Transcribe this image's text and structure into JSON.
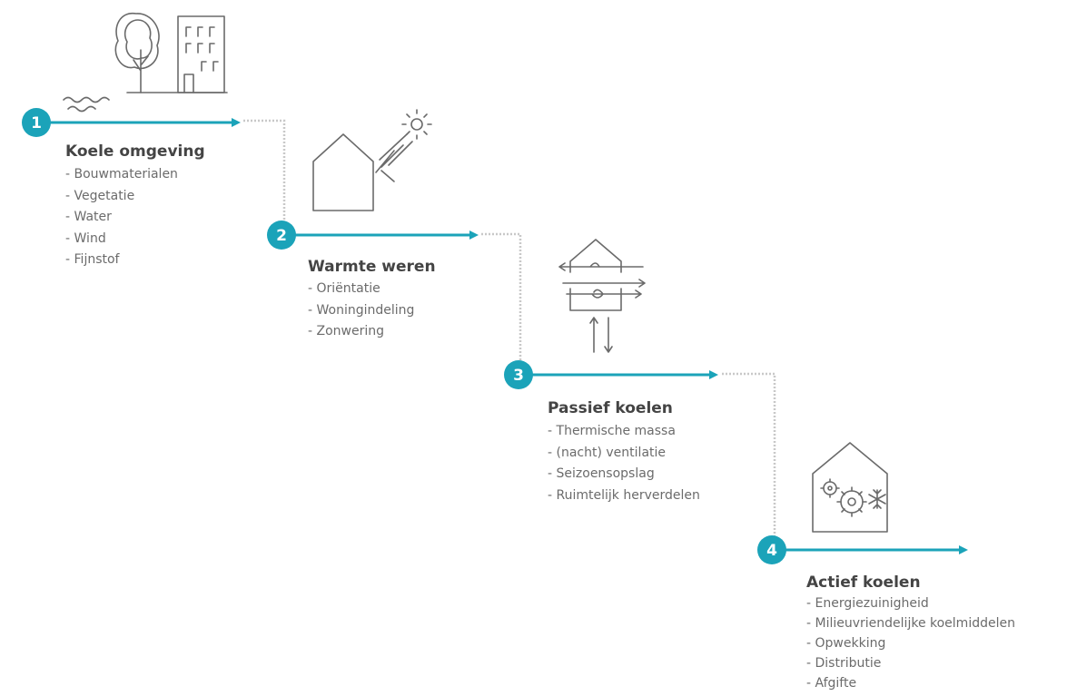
{
  "colors": {
    "accent": "#1ba3b9",
    "text_dark": "#444444",
    "text_light": "#6b6b6b",
    "sketch": "#6a6a6a",
    "dotted": "#c8c8c8"
  },
  "steps": [
    {
      "number": "1",
      "title": "Koele omgeving",
      "items": [
        "Bouwmaterialen",
        "Vegetatie",
        "Water",
        "Wind",
        "Fijnstof"
      ],
      "icon": "tree-building-water-icon"
    },
    {
      "number": "2",
      "title": "Warmte weren",
      "items": [
        "Oriëntatie",
        "Woningindeling",
        "Zonwering"
      ],
      "icon": "house-sun-icon"
    },
    {
      "number": "3",
      "title": "Passief koelen",
      "items": [
        "Thermische massa",
        "(nacht) ventilatie",
        "Seizoensopslag",
        "Ruimtelijk herverdelen"
      ],
      "icon": "house-ventilation-icon"
    },
    {
      "number": "4",
      "title": "Actief koelen",
      "items": [
        "Energiezuinigheid",
        "Milieuvriendelijke koelmiddelen",
        "Opwekking",
        "Distributie",
        "Afgifte"
      ],
      "icon": "house-gears-snowflake-icon"
    }
  ]
}
